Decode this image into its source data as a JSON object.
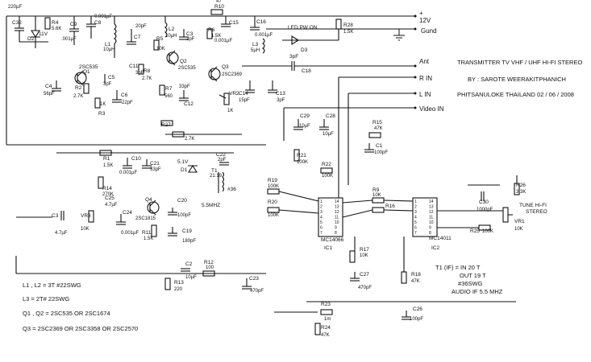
{
  "supply": {
    "rail_cap": "220µF",
    "vplus_label": "+",
    "v12": "12V",
    "gnd": "Gund"
  },
  "terminals": {
    "ant": "Ant",
    "r_in": "R IN",
    "l_in": "L IN",
    "video_in": "Video IN"
  },
  "title": {
    "line1": "TRANSMITTER  TV  VHF / UHF  HI-FI STEREO",
    "line2": "BY :  SAROTE  WEERAKITPHANICH",
    "line3": "PHITSANULOKE THAILAND   02 / 06 / 2008"
  },
  "parts": {
    "C32": "C32",
    "R4": "R4",
    "R4v": "5.6K",
    "D2": "D2",
    "D2v": "11V",
    "C9": "C9",
    "C9v": ".001µF",
    "C8": "C8",
    "C8v": "0.001µF",
    "R10": "R10",
    "R10v": "47",
    "C15": "C15",
    "C15v": "0.001µF",
    "C16": "C16",
    "C16v": "0.001µF",
    "R28": "R28",
    "R28v": "1.5K",
    "led": "LED PW ON",
    "D3": "D3",
    "L1": "L1",
    "L1v": "10µH",
    "C7": "C7",
    "C7v": "20pF",
    "L2": "L2",
    "L2v": "10µH",
    "C3": "C3",
    "C3v": "3pF",
    "R6": "R6",
    "R6v": "1.5K",
    "L3": "L3",
    "L3v": "5µH",
    "C18": "C18",
    "C18v": "3pF",
    "Q1": "Q1",
    "Q1v": "2SC535",
    "C5": "C5",
    "C5v": "3pF",
    "C11": "C11",
    "C11v": "3pF",
    "R5": "R5",
    "R5v": "10K",
    "Q2": "Q2",
    "Q2v": "2SC535",
    "Q3": "Q3",
    "Q3v": "2SC2369",
    "R8": "R8",
    "R8v": "2.7K",
    "C4": "C4",
    "C4v": "56pF",
    "R2": "R2",
    "R2v": "2.7K",
    "R3": "R3",
    "R3v": "1K",
    "C6": "C6",
    "C6v": "22pF",
    "R7": "R7",
    "R7v": "560",
    "C12": "C12",
    "R33": "33pF",
    "VR2": "VR2",
    "VR2v": "1K",
    "C14": "C14",
    "C14v": "15pF",
    "C13": "C13",
    "C13v": "3pF",
    "R27": "R27",
    "R27v": "2.7K",
    "C29": "C29",
    "C29v": "10µF",
    "C28": "C28",
    "C28v": "10µF",
    "R15": "R15",
    "R15v": "47K",
    "C1": "C1",
    "C1v": "100pF",
    "R21": "R21",
    "R21v": "100K",
    "R22": "R22",
    "R22v": "100K",
    "R1": "R1",
    "R1v": "1.5K",
    "C10": "C10",
    "C10v": "0.001µF",
    "C21": "C21",
    "C21v": "33pF",
    "D1": "D1",
    "D1v": "5.1V",
    "C22": "C22",
    "C22v": "2pF",
    "T1": "T1",
    "T1v": "21:19",
    "n36": "#36",
    "R14": "R14",
    "R14v": "270K",
    "C25": "C25",
    "C25v": "4.7µF",
    "Q4": "Q4",
    "Q4v": "2SC1815",
    "C20": "C20",
    "C20v": "100pF",
    "f55": "5.5MHZ",
    "C24": "C24",
    "C24v": "0.001µF",
    "R11": "R11",
    "R11v": "1.5K",
    "C19": "C19",
    "C19v": "180pF",
    "C3b": "C3",
    "C3bv": "4.7µF",
    "VR3": "VR3",
    "VR3v": "10K",
    "R19": "R19",
    "R19v": "100K",
    "R20": "R20",
    "R20v": "100K",
    "R9": "R9",
    "R9v": "10K",
    "R16": "R16",
    "IC1": "IC1",
    "IC1v": "MC14066",
    "IC2": "IC2",
    "IC2v": "MC14011",
    "R17": "R17",
    "R17v": "10K",
    "C27": "C27",
    "C27v": "470pF",
    "R18": "R18",
    "R18v": "47K",
    "C26": "C26",
    "C26v": "100pF",
    "R26": "R26",
    "R26v": "3.3K",
    "C30": "C30",
    "C30v": "1000pF",
    "R25": "R25",
    "R25v": "100K",
    "VR1": "VR1",
    "VR1v": "10K",
    "tune1": "TUNE  HI-FI",
    "tune2": "STEREO",
    "C2": "C2",
    "C2v": "10µF",
    "R12": "R12",
    "R12v": "100",
    "R13": "R13",
    "R13v": "220",
    "C23": "C23",
    "C23v": "470pF",
    "R23": "R23",
    "R23v": "1m",
    "R24": "R24",
    "R24v": "47K"
  },
  "notes": {
    "l12": "L1 , L2 =  3T #22SWG",
    "l3": "L3 = 2T# 22SWG",
    "q12": "Q1 , Q2 = 2SC535  OR 2SC1674",
    "q3": "Q3 = 2SC2369  OR 2SC3358  OR 2SC2570"
  },
  "t1spec": {
    "a": "T1 (IF)  =   IN     20 T",
    "b": "OUT   19 T",
    "c": "#36SWG",
    "d": "AUDIO IF 5.5 MHZ"
  },
  "ic_pins": {
    "ic1_left": [
      "1",
      "2",
      "3",
      "4",
      "5",
      "6",
      "7"
    ],
    "ic1_right": [
      "14",
      "13",
      "12",
      "11",
      "10",
      "9",
      "8"
    ],
    "ic2_left": [
      "1",
      "2",
      "3",
      "4",
      "5",
      "6",
      "7"
    ],
    "ic2_right": [
      "14",
      "13",
      "12",
      "11",
      "10",
      "9",
      "8"
    ]
  }
}
